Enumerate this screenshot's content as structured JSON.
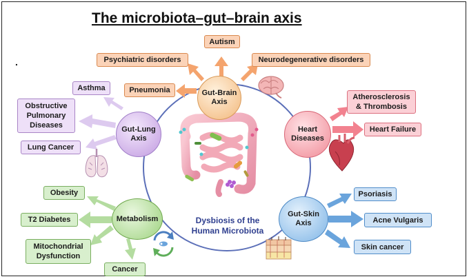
{
  "title": "The microbiota–gut–brain axis",
  "bullet": ".",
  "center_label": "Dysbiosis of the Human Microbiota",
  "axes": [
    {
      "id": "gut-brain",
      "label": "Gut-Brain Axis",
      "color": "#f2b87c",
      "targets": [
        "Autism",
        "Psychiatric disorders",
        "Neurodegenerative disorders",
        "Pneumonia"
      ]
    },
    {
      "id": "gut-lung",
      "label": "Gut-Lung Axis",
      "color": "#c19be0",
      "targets": [
        "Asthma",
        "Obstructive Pulmonary Diseases",
        "Lung Cancer"
      ]
    },
    {
      "id": "heart",
      "label": "Heart Diseases",
      "color": "#f08b97",
      "targets": [
        "Atherosclerosis & Thrombosis",
        "Heart Failure"
      ]
    },
    {
      "id": "metabolism",
      "label": "Metabolism",
      "color": "#9ed27f",
      "targets": [
        "Obesity",
        "T2 Diabetes",
        "Mitochondrial Dysfunction",
        "Cancer"
      ]
    },
    {
      "id": "gut-skin",
      "label": "Gut-Skin Axis",
      "color": "#7fb5e6",
      "targets": [
        "Psoriasis",
        "Acne Vulgaris",
        "Skin cancer"
      ]
    }
  ],
  "colors": {
    "orange": "#f4a46e",
    "purple": "#cdb4e6",
    "pink": "#f2828f",
    "green": "#a8d68f",
    "blue": "#6aa4dc",
    "ring": "#5b6fb8"
  },
  "icons": [
    "brain-icon",
    "lungs-icon",
    "heart-icon",
    "recycle-icon",
    "skin-layers-icon",
    "intestine-icon"
  ]
}
